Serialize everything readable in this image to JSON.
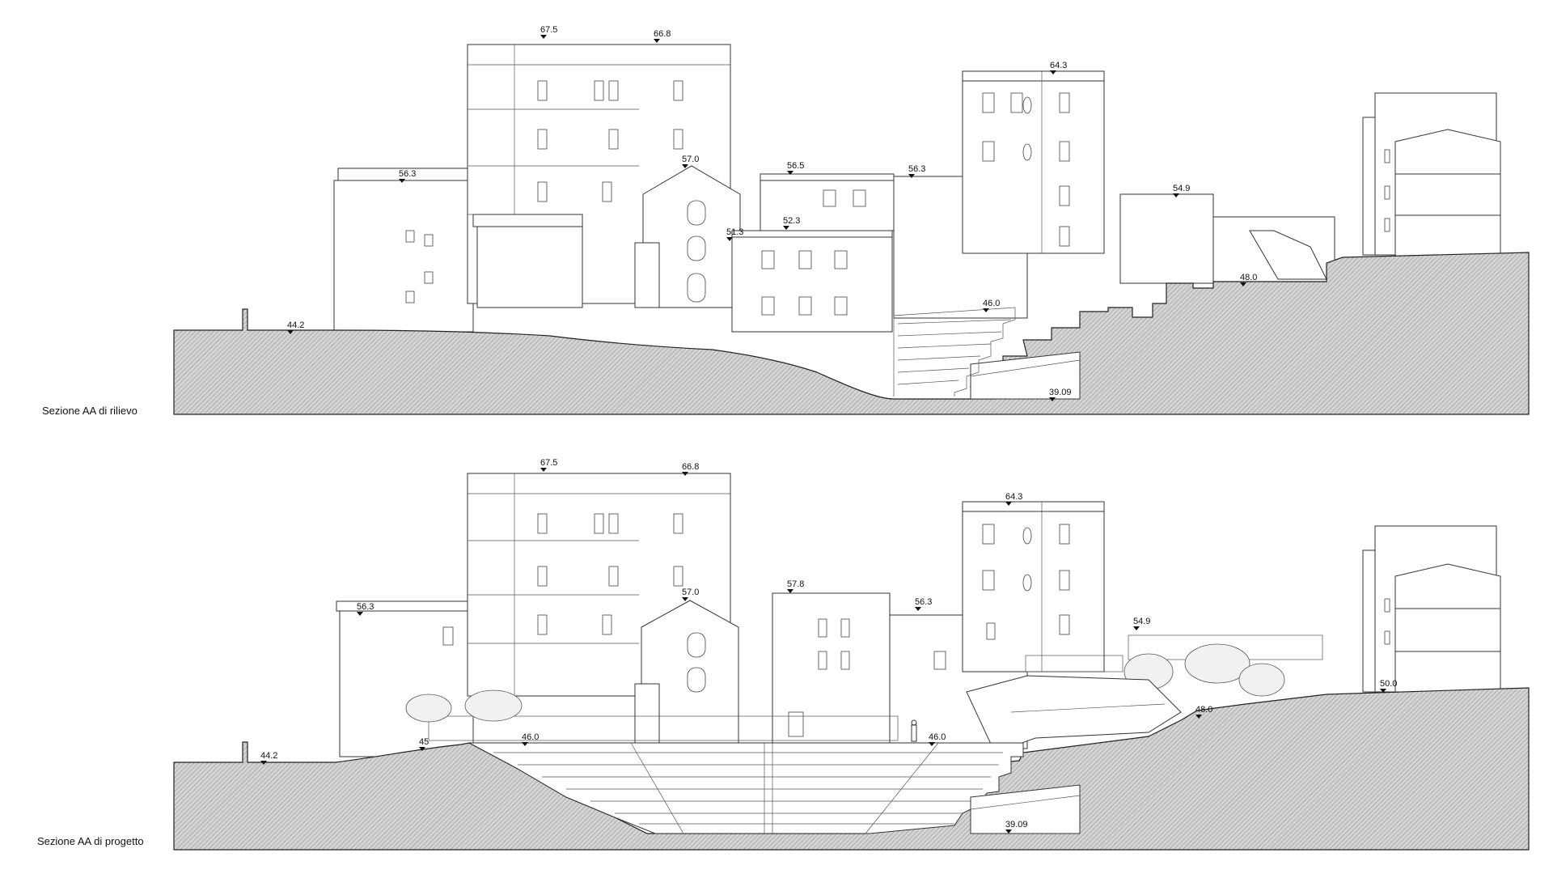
{
  "sections": [
    {
      "caption": "Sezione AA di rilievo",
      "elevations": [
        "67.5",
        "66.8",
        "64.3",
        "57.0",
        "56.5",
        "56.3",
        "56.3",
        "54.9",
        "52.3",
        "51.3",
        "48.0",
        "46.0",
        "44.2",
        "39.09"
      ]
    },
    {
      "caption": "Sezione AA di progetto",
      "elevations": [
        "67.5",
        "66.8",
        "64.3",
        "57.8",
        "57.0",
        "56.3",
        "56.3",
        "54.9",
        "50.0",
        "48.0",
        "46.0",
        "46.0",
        "45",
        "44.2",
        "39.09"
      ]
    }
  ],
  "colors": {
    "line": "#333333",
    "hatch": "#9a9a9a",
    "background": "#ffffff"
  }
}
